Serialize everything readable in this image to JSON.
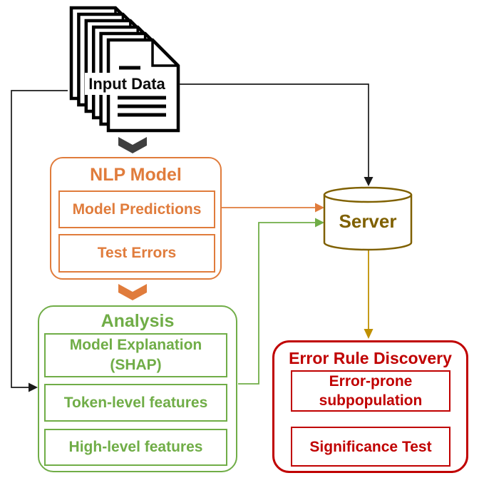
{
  "diagram": {
    "background": "#FFFFFF",
    "nodes": {
      "input_data": {
        "label": "Input Data",
        "icon": "document-stack-icon",
        "color": "#000000"
      },
      "nlp_model": {
        "title": "NLP Model",
        "items": [
          "Model Predictions",
          "Test Errors"
        ],
        "color": "#E07C3C"
      },
      "analysis": {
        "title": "Analysis",
        "items": [
          "Model Explanation (SHAP)",
          "Token-level features",
          "High-level features"
        ],
        "color": "#70AD47"
      },
      "server": {
        "label": "Server",
        "icon": "database-cylinder-icon",
        "color": "#7F6000"
      },
      "error_rule_discovery": {
        "title": "Error Rule Discovery",
        "items": [
          "Error-prone subpopulation",
          "Significance Test"
        ],
        "color": "#C00000"
      }
    },
    "edges": [
      {
        "from": "Input Data",
        "to": "NLP Model",
        "type": "chevron-arrow",
        "color": "#3F3F3F"
      },
      {
        "from": "Input Data",
        "to": "Server",
        "type": "elbow-arrow",
        "color": "#000000"
      },
      {
        "from": "Input Data",
        "to": "Analysis",
        "type": "elbow-arrow",
        "color": "#000000"
      },
      {
        "from": "NLP Model",
        "to": "Server",
        "type": "straight-arrow",
        "color": "#E07C3C"
      },
      {
        "from": "NLP Model",
        "to": "Analysis",
        "type": "chevron-arrow",
        "color": "#E07C3C"
      },
      {
        "from": "Analysis",
        "to": "Server",
        "type": "elbow-arrow",
        "color": "#70AD47"
      },
      {
        "from": "Server",
        "to": "Error Rule Discovery",
        "type": "straight-arrow",
        "color": "#BF9000"
      }
    ]
  }
}
